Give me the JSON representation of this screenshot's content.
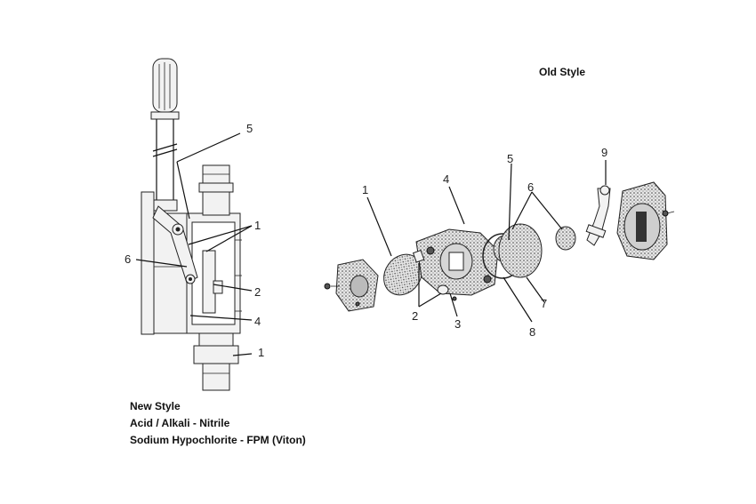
{
  "new_style": {
    "title": "New Style",
    "line1": "Acid / Alkali - Nitrile",
    "line2": "Sodium Hypochlorite - FPM (Viton)",
    "callouts": [
      "5",
      "1",
      "6",
      "2",
      "4",
      "1"
    ]
  },
  "old_style": {
    "title": "Old Style",
    "callouts": [
      "1",
      "4",
      "5",
      "6",
      "9",
      "2",
      "3",
      "8",
      "7"
    ]
  }
}
